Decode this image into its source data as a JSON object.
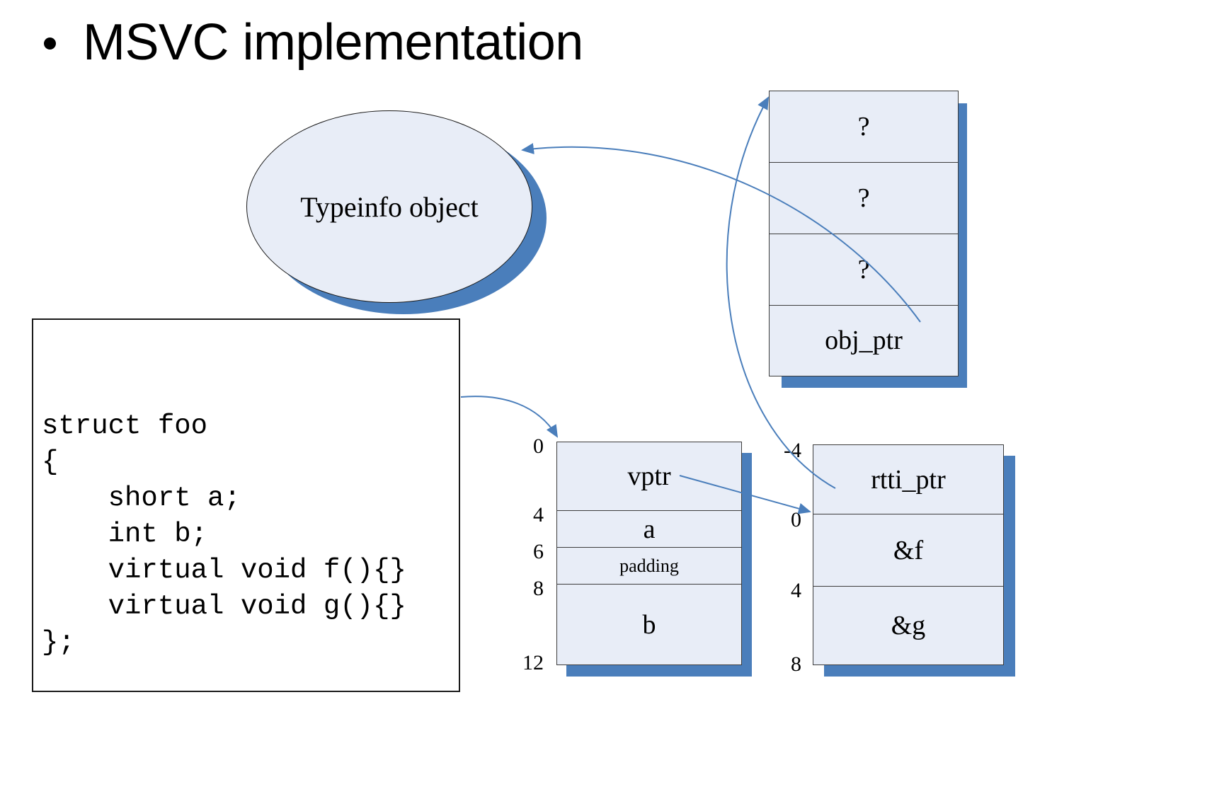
{
  "slide": {
    "title": "MSVC implementation",
    "bullet_glyph": "•",
    "background_color": "#ffffff"
  },
  "colors": {
    "table_fill": "#e8edf7",
    "table_border": "#3c3c3c",
    "shadow_blue": "#4a7ebb",
    "arrow_blue": "#4a7ebb",
    "ellipse_fill": "#e8edf7",
    "ellipse_border": "#1a1a1a",
    "text": "#000000"
  },
  "typeinfo": {
    "label": "Typeinfo object"
  },
  "code_box": {
    "lines": [
      "struct foo",
      "{",
      "    short a;",
      "    int b;",
      "    virtual void f(){}",
      "    virtual void g(){}",
      "};"
    ],
    "text": "struct foo\n{\n    short a;\n    int b;\n    virtual void f(){}\n    virtual void g(){}\n};"
  },
  "typeinfo_table": {
    "name": "typeinfo-record",
    "rows": [
      {
        "label": "?"
      },
      {
        "label": "?"
      },
      {
        "label": "?"
      },
      {
        "label": "obj_ptr"
      }
    ]
  },
  "object_layout_table": {
    "name": "foo-object-layout",
    "offsets": [
      "0",
      "4",
      "6",
      "8",
      "12"
    ],
    "rows": [
      {
        "label": "vptr",
        "size": "small-no"
      },
      {
        "label": "a",
        "size": "normal"
      },
      {
        "label": "padding",
        "size": "small"
      },
      {
        "label": "b",
        "size": "normal"
      }
    ]
  },
  "vtable": {
    "name": "foo-vtable",
    "offsets": [
      "-4",
      "0",
      "4",
      "8"
    ],
    "rows": [
      {
        "label": "rtti_ptr"
      },
      {
        "label": "&f"
      },
      {
        "label": "&g"
      }
    ]
  },
  "arrows": [
    {
      "name": "code-to-object",
      "from": "code_box",
      "to": "object_layout_table"
    },
    {
      "name": "objptr-to-typeinfo",
      "from": "typeinfo_table",
      "to": "typeinfo"
    },
    {
      "name": "rttiptr-to-typeinfo",
      "from": "vtable",
      "to": "typeinfo_table"
    },
    {
      "name": "vptr-to-vtable",
      "from": "object_layout_table",
      "to": "vtable"
    }
  ]
}
